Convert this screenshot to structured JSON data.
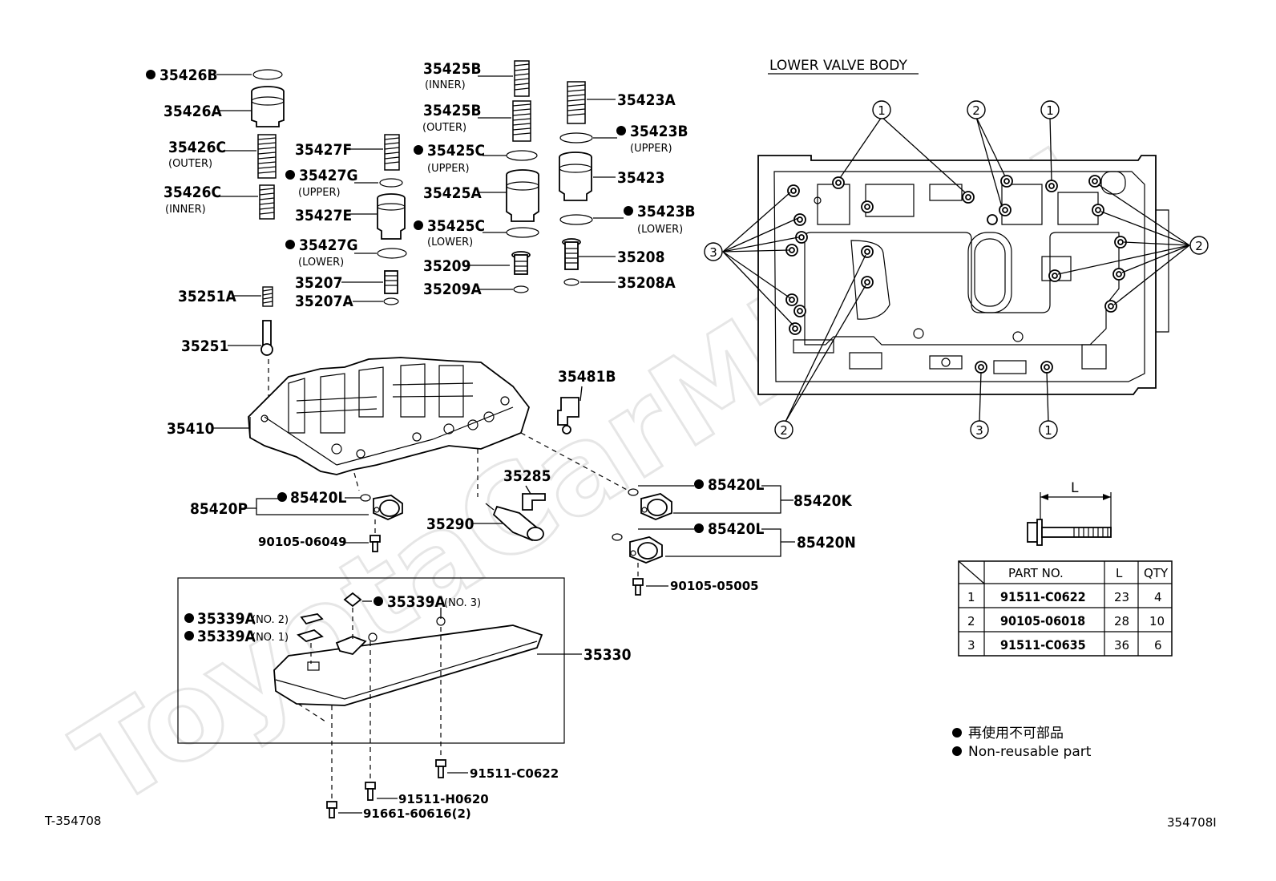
{
  "watermark": "ToyotaCarMini.ru",
  "doc_id_left": "T-354708",
  "doc_id_right": "354708I",
  "section_title": "LOWER VALVE BODY",
  "labels": {
    "p35426B": "35426B",
    "p35426A": "35426A",
    "p35426C_outer": "35426C",
    "outer1": "(OUTER)",
    "p35426C_inner": "35426C",
    "inner1": "(INNER)",
    "p35425B_inner": "35425B",
    "inner2": "(INNER)",
    "p35425B_outer": "35425B",
    "outer2": "(OUTER)",
    "p35427F": "35427F",
    "p35427G_upper": "35427G",
    "upper1": "(UPPER)",
    "p35427E": "35427E",
    "p35427G_lower": "35427G",
    "lower1": "(LOWER)",
    "p35425C_upper": "35425C",
    "upper2": "(UPPER)",
    "p35425A": "35425A",
    "p35425C_lower": "35425C",
    "lower2": "(LOWER)",
    "p35209": "35209",
    "p35209A": "35209A",
    "p35207": "35207",
    "p35207A": "35207A",
    "p35423A": "35423A",
    "p35423B_upper": "35423B",
    "upper3": "(UPPER)",
    "p35423": "35423",
    "p35423B_lower": "35423B",
    "lower3": "(LOWER)",
    "p35208": "35208",
    "p35208A": "35208A",
    "p35251A": "35251A",
    "p35251": "35251",
    "p35410": "35410",
    "p35481B": "35481B",
    "p35285": "35285",
    "p35290": "35290",
    "p85420P": "85420P",
    "p85420L_1": "85420L",
    "p90105_06049": "90105-06049",
    "p85420L_2": "85420L",
    "p85420K": "85420K",
    "p85420L_3": "85420L",
    "p85420N": "85420N",
    "p90105_05005": "90105-05005",
    "p35339A_no3": "35339A",
    "no3": "(NO. 3)",
    "p35339A_no2": "35339A",
    "no2": "(NO. 2)",
    "p35339A_no1": "35339A",
    "no1": "(NO. 1)",
    "p35330": "35330",
    "p91511_C0622": "91511-C0622",
    "p91511_H0620": "91511-H0620",
    "p91661_60616": "91661-60616(2)"
  },
  "callouts": [
    "1",
    "2",
    "1",
    "3",
    "2",
    "2",
    "3",
    "1"
  ],
  "bolt_dim_label": "L",
  "table": {
    "headers": [
      "",
      "PART NO.",
      "L",
      "QTY"
    ],
    "rows": [
      [
        "1",
        "91511-C0622",
        "23",
        "4"
      ],
      [
        "2",
        "90105-06018",
        "28",
        "10"
      ],
      [
        "3",
        "91511-C0635",
        "36",
        "6"
      ]
    ]
  },
  "legend": {
    "jp": "再使用不可部品",
    "en": "Non-reusable part"
  }
}
